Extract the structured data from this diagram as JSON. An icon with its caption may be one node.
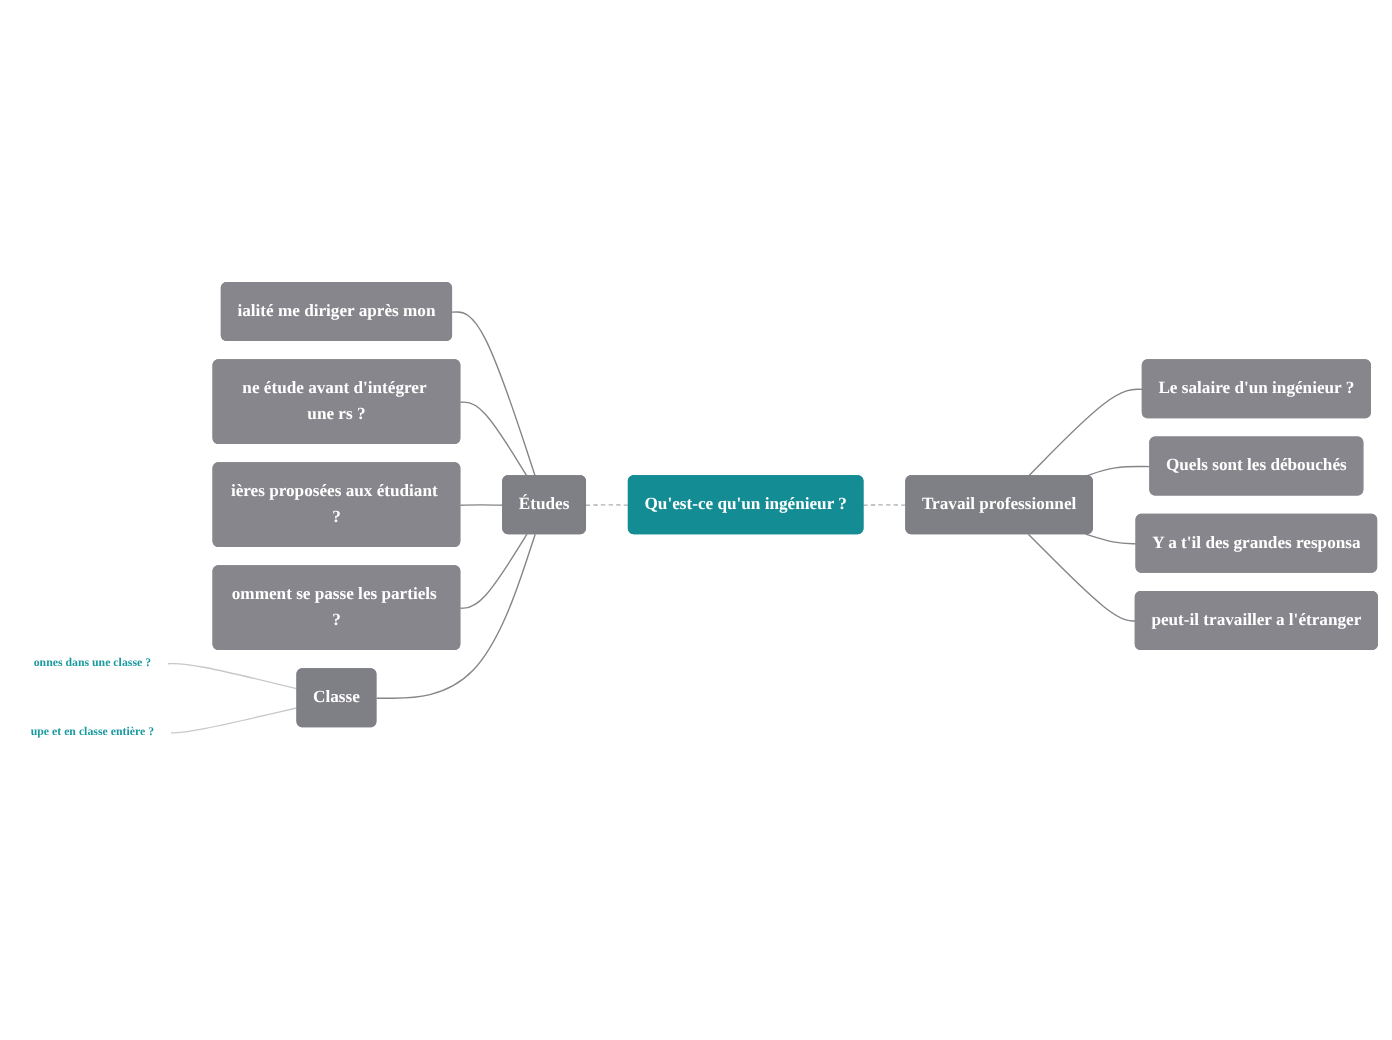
{
  "diagram": {
    "nodes": [
      {
        "text": [
          "Qu'est-ce qu'un ingénieur ?"
        ]
      },
      {
        "text": [
          "Études"
        ]
      },
      {
        "text": [
          "ialité me diriger après mon"
        ]
      },
      {
        "text": [
          "ne étude avant d'intégrer une rs ?"
        ]
      },
      {
        "text": [
          "ières proposées aux étudiant ?"
        ]
      },
      {
        "text": [
          "omment se passe les partiels ?"
        ]
      },
      {
        "text": [
          "Classe"
        ]
      },
      {
        "text": [
          "onnes dans une classe ?"
        ]
      },
      {
        "text": [
          "upe et en classe entière ?"
        ]
      },
      {
        "text": [
          "Travail professionnel"
        ]
      },
      {
        "text": [
          "Le salaire d'un ingénieur ?"
        ]
      },
      {
        "text": [
          "Quels sont les débouchés"
        ]
      },
      {
        "text": [
          "Y a t'il des grandes responsa"
        ]
      },
      {
        "text": [
          "peut-il travailler a l'étranger"
        ]
      }
    ],
    "edges": [
      {
        "from": 1,
        "to": 0,
        "arrow": "none",
        "style": "dashed",
        "color": "#b0b0b0"
      },
      {
        "from": 2,
        "to": 1,
        "arrow": "none"
      },
      {
        "from": 3,
        "to": 1,
        "arrow": "none"
      },
      {
        "from": 4,
        "to": 1,
        "arrow": "none"
      },
      {
        "from": 5,
        "to": 1,
        "arrow": "none"
      },
      {
        "from": 6,
        "to": 1,
        "arrow": "none"
      },
      {
        "from": 7,
        "to": 6,
        "arrow": "none",
        "color": "#c8c8c8"
      },
      {
        "from": 8,
        "to": 6,
        "arrow": "none",
        "color": "#c8c8c8"
      },
      {
        "from": 0,
        "to": 9,
        "arrow": "none",
        "style": "dashed",
        "color": "#b0b0b0"
      },
      {
        "from": 9,
        "to": 10,
        "arrow": "none"
      },
      {
        "from": 9,
        "to": 11,
        "arrow": "none"
      },
      {
        "from": 9,
        "to": 12,
        "arrow": "none"
      },
      {
        "from": 9,
        "to": 13,
        "arrow": "none"
      }
    ]
  }
}
